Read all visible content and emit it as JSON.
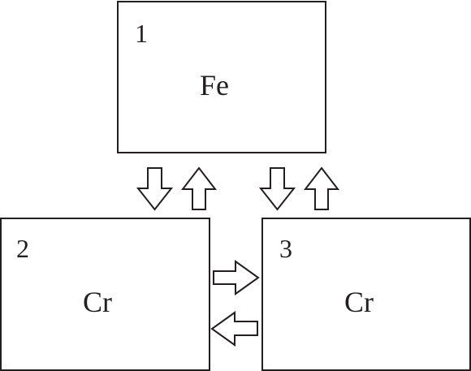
{
  "boxes": [
    {
      "number": "1",
      "element": "Fe"
    },
    {
      "number": "2",
      "element": "Cr"
    },
    {
      "number": "3",
      "element": "Cr"
    }
  ],
  "colors": {
    "stroke": "#231f20",
    "fill": "#ffffff"
  }
}
